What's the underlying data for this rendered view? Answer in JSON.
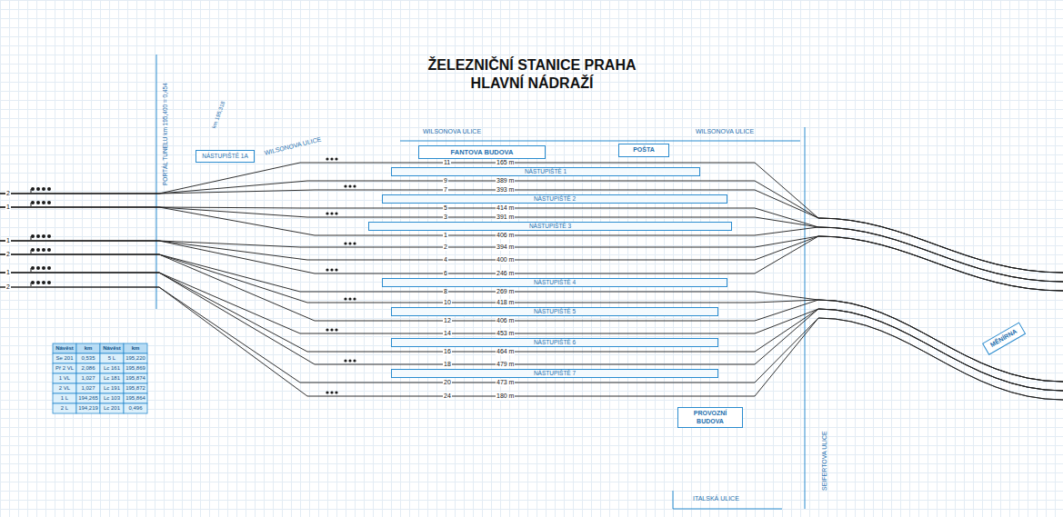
{
  "diagram": {
    "title": "ŽELEZNIČNÍ STANICE PRAHA HLAVNÍ NÁDRAŽÍ",
    "nodes": [
      {
        "text": [
          "FANTOVA BUDOVA"
        ]
      },
      {
        "text": [
          "POŠTA"
        ]
      },
      {
        "text": [
          "NÁSTUPIŠTĚ 1A"
        ]
      },
      {
        "text": [
          "NÁSTUPIŠTĚ 1"
        ]
      },
      {
        "text": [
          "NÁSTUPIŠTĚ 2"
        ]
      },
      {
        "text": [
          "NÁSTUPIŠTĚ 3"
        ]
      },
      {
        "text": [
          "NÁSTUPIŠTĚ 4"
        ]
      },
      {
        "text": [
          "NÁSTUPIŠTĚ 5"
        ]
      },
      {
        "text": [
          "NÁSTUPIŠTĚ 6"
        ]
      },
      {
        "text": [
          "NÁSTUPIŠTĚ 7"
        ]
      },
      {
        "text": [
          "PROVOZNÍ BUDOVA"
        ]
      },
      {
        "text": [
          "MĚNÍRNA"
        ]
      }
    ],
    "labels": [
      "WILSONOVA ULICE",
      "WILSONOVA ULICE",
      "WILSONOVA ULICE",
      "PORTÁL TUNELU km 195,400 = 0,454",
      "km 195,318",
      "SEIFERTOVA ULICE",
      "ITALSKÁ ULICE",
      "11",
      "165 m",
      "9",
      "389 m",
      "7",
      "393 m",
      "5",
      "414 m",
      "3",
      "391 m",
      "1",
      "406 m",
      "2",
      "394 m",
      "4",
      "400 m",
      "6",
      "246 m",
      "8",
      "269 m",
      "10",
      "418 m",
      "12",
      "406 m",
      "14",
      "453 m",
      "16",
      "464 m",
      "18",
      "479 m",
      "20",
      "473 m",
      "24",
      "180 m",
      "Návěst",
      "km",
      "Návěst",
      "km",
      "Se 201",
      "0,535",
      "5 L",
      "195,220",
      "Př 2 VL",
      "2,086",
      "Lc 161",
      "195,869",
      "1 VL",
      "1,027",
      "Lc 181",
      "195,874",
      "2 VL",
      "1,027",
      "Lc 191",
      "195,872",
      "1 L",
      "194,265",
      "Lc 103",
      "195,864",
      "2 L",
      "194,219",
      "Lc 201",
      "0,496",
      "2",
      "1",
      "1",
      "2",
      "1",
      "2"
    ]
  }
}
